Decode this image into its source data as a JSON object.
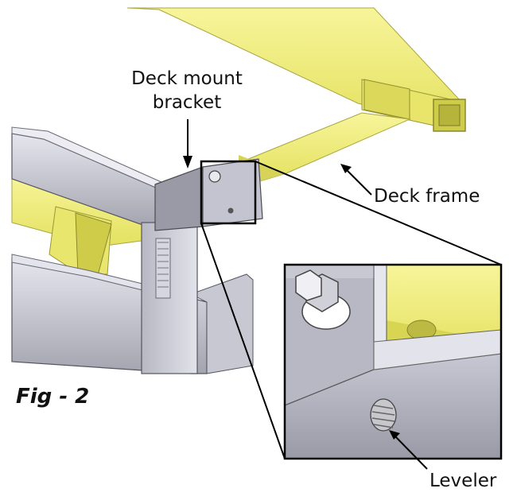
{
  "figure_label": "Fig - 2",
  "callouts": {
    "deck_mount_bracket": [
      "Deck mount",
      "bracket"
    ],
    "deck_frame": "Deck frame",
    "leveler": "Leveler"
  },
  "colors": {
    "frame_yellow": "#f2f07a",
    "frame_yellow_dark": "#c9c63c",
    "steel_light": "#d9d9e4",
    "steel_mid": "#a9a9b4",
    "steel_dark": "#6e6e78",
    "outline": "#000000"
  }
}
